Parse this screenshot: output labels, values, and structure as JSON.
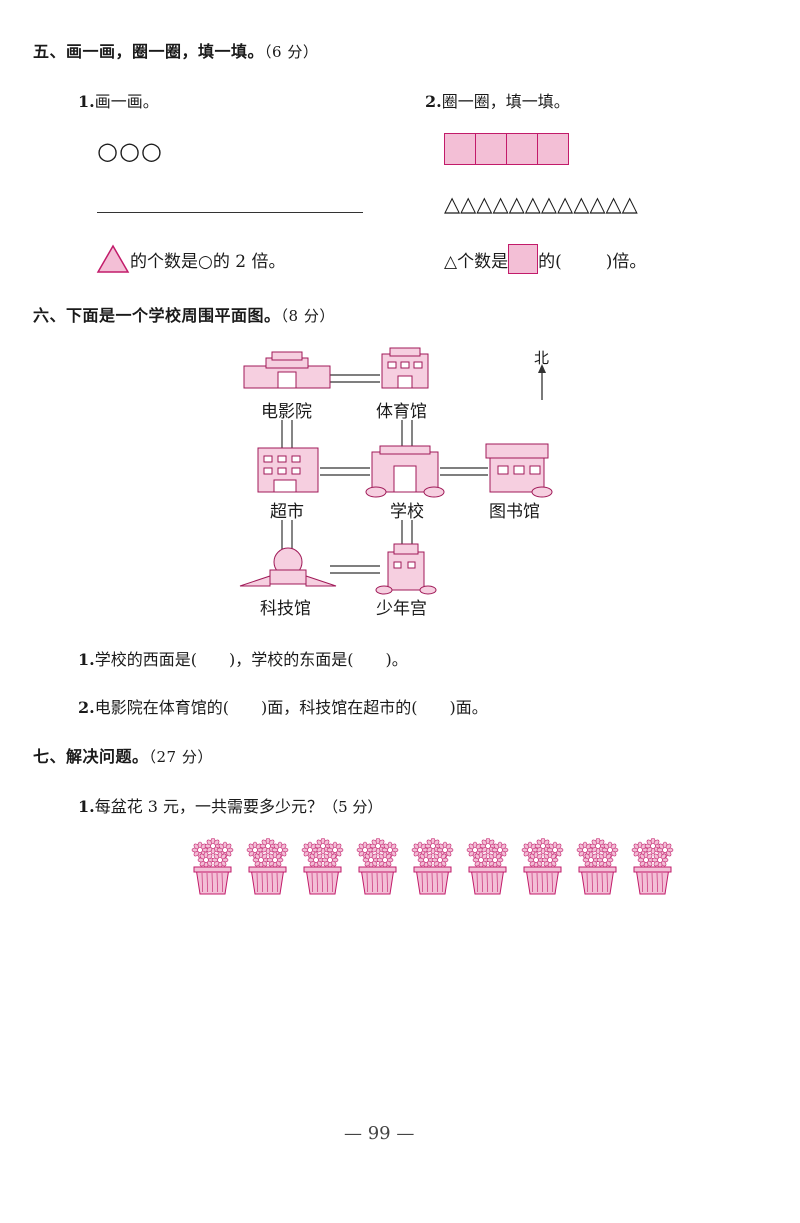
{
  "colors": {
    "pink_fill": "#f3bfd6",
    "pink_stroke": "#c21b6a",
    "ink": "#1a1a1a"
  },
  "section5": {
    "title": "五、画一画，圈一圈，填一填。",
    "score": "（6 分）",
    "q1": {
      "num": "1.",
      "text": "画一画。",
      "circles": "○○○",
      "tail": "的个数是○的 2 倍。",
      "shape_icon": "pink-triangle-icon"
    },
    "q2": {
      "num": "2.",
      "text": "圈一圈，填一填。",
      "boxes_count": 4,
      "triangles": "△△△△△△△△△△△△",
      "prefix": "△个数是",
      "middle": "的(",
      "suffix": ")倍。"
    }
  },
  "section6": {
    "title": "六、下面是一个学校周围平面图。",
    "score": "（8 分）",
    "north": "北",
    "places": {
      "cinema": "电影院",
      "gym": "体育馆",
      "supermarket": "超市",
      "school": "学校",
      "library": "图书馆",
      "science": "科技馆",
      "youth": "少年宫"
    },
    "q1": {
      "num": "1.",
      "text": "学校的西面是(",
      "mid": ")，学校的东面是(",
      "end": ")。"
    },
    "q2": {
      "num": "2.",
      "text": "电影院在体育馆的(",
      "mid": ")面，科技馆在超市的(",
      "end": ")面。"
    }
  },
  "section7": {
    "title": "七、解决问题。",
    "score": "（27 分）",
    "q1": {
      "num": "1.",
      "text": "每盆花 3 元，一共需要多少元？",
      "score": "（5 分）",
      "pots_count": 9
    }
  },
  "footer": {
    "page": "— 99 —"
  }
}
